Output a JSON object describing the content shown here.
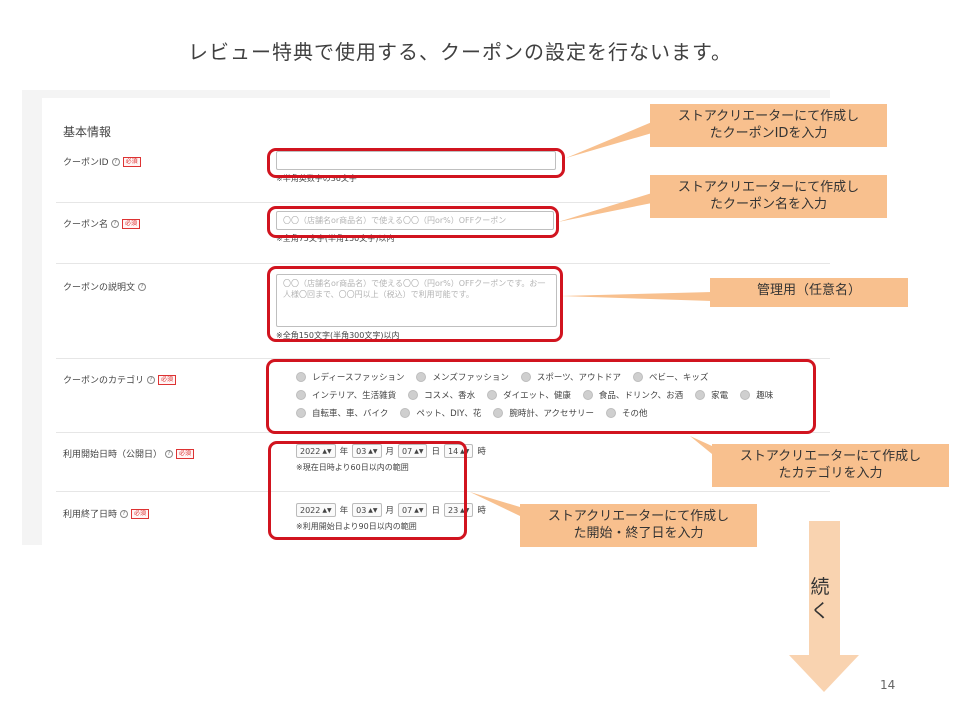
{
  "slide": {
    "title": "レビュー特典で使用する、クーポンの設定を行ないます。",
    "page_number": "14",
    "next_label": "続く"
  },
  "form": {
    "section_title": "基本情報",
    "required_badge": "必須",
    "help_glyph": "?",
    "coupon_id": {
      "label": "クーポンID",
      "value": "",
      "hint": "※半角英数字の36文字"
    },
    "coupon_name": {
      "label": "クーポン名",
      "placeholder": "〇〇（店舗名or商品名）で使える〇〇（円or%）OFFクーポン",
      "hint": "※全角75文字(半角150文字)以内"
    },
    "coupon_description": {
      "label": "クーポンの説明文",
      "placeholder": "〇〇（店舗名or商品名）で使える〇〇（円or%）OFFクーポンです。お一人様〇回まで、〇〇円以上（税込）で利用可能です。",
      "hint": "※全角150文字(半角300文字)以内"
    },
    "coupon_category": {
      "label": "クーポンのカテゴリ",
      "options_row1": [
        "レディースファッション",
        "メンズファッション",
        "スポーツ、アウトドア",
        "ベビー、キッズ"
      ],
      "options_row2": [
        "インテリア、生活雑貨",
        "コスメ、香水",
        "ダイエット、健康",
        "食品、ドリンク、お酒",
        "家電",
        "趣味"
      ],
      "options_row3": [
        "自転車、車、バイク",
        "ペット、DIY、花",
        "腕時計、アクセサリー",
        "その他"
      ]
    },
    "start_datetime": {
      "label": "利用開始日時（公開日）",
      "year": "2022",
      "month": "03",
      "day": "07",
      "hour": "14",
      "hint": "※現在日時より60日以内の範囲"
    },
    "end_datetime": {
      "label": "利用終了日時",
      "year": "2022",
      "month": "03",
      "day": "07",
      "hour": "23",
      "hint": "※利用開始日より90日以内の範囲"
    },
    "units": {
      "year": "年",
      "month": "月",
      "day": "日",
      "hour": "時"
    }
  },
  "callouts": {
    "coupon_id": "ストアクリエーターにて作成し\nたクーポンIDを入力",
    "coupon_name": "ストアクリエーターにて作成し\nたクーポン名を入力",
    "description": "管理用（任意名）",
    "category": "ストアクリエーターにて作成し\nたカテゴリを入力",
    "dates": "ストアクリエーターにて作成し\nた開始・終了日を入力"
  },
  "colors": {
    "highlight": "#d1141f",
    "callout_bg": "#f8c08e",
    "arrow": "#f9d3b0"
  }
}
